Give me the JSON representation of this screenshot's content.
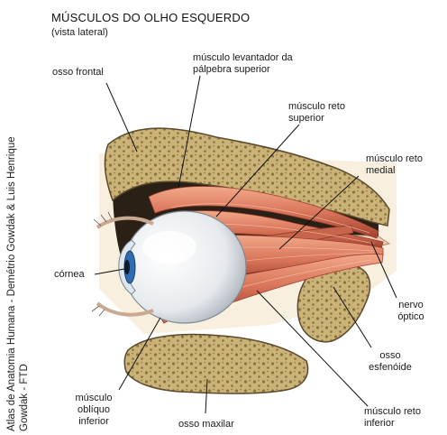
{
  "figure": {
    "title": "MÚSCULOS DO OLHO ESQUERDO",
    "subtitle": "(vista lateral)",
    "side_caption_line1": "Atlas de Anatomia Humana - Demétrio Gowdak & Luis Henrique",
    "side_caption_line2": "Gowdak - FTD"
  },
  "labels": {
    "osso_frontal": "osso frontal",
    "levantador_l1": "músculo levantador da",
    "levantador_l2": "pálpebra superior",
    "reto_superior_l1": "músculo reto",
    "reto_superior_l2": "superior",
    "reto_medial_l1": "músculo reto",
    "reto_medial_l2": "medial",
    "cornea": "córnea",
    "nervo_l1": "nervo",
    "nervo_l2": "óptico",
    "esfenoide_l1": "osso",
    "esfenoide_l2": "esfenóide",
    "obliquo_l1": "músculo",
    "obliquo_l2": "oblíquo",
    "obliquo_l3": "inferior",
    "maxilar": "osso maxilar",
    "reto_inferior_l1": "músculo reto",
    "reto_inferior_l2": "inferior"
  },
  "colors": {
    "bone_fill": "#cbb277",
    "bone_edge": "#5a4a2e",
    "bone_pore": "#8a7343",
    "cavity": "#2a2015",
    "muscle": "#d9755a",
    "muscle_light": "#f2a88a",
    "muscle_dark": "#9e3f2e",
    "eyeball": "#eef0f2",
    "iris": "#2f6db0",
    "leader": "#111111"
  }
}
